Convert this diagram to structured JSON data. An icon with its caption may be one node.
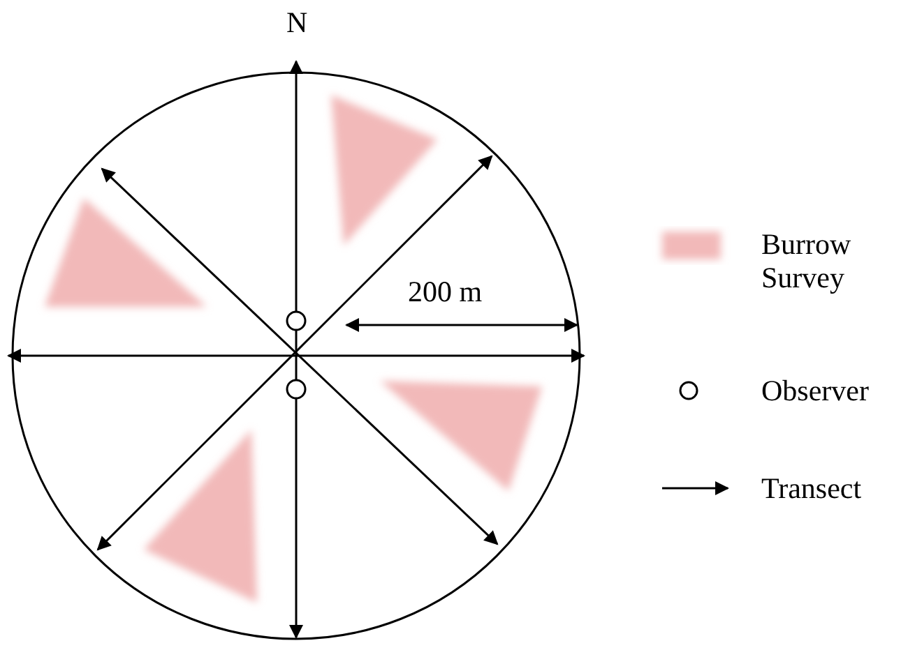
{
  "diagram": {
    "labels": [
      "N",
      "200 m"
    ],
    "legend": [
      {
        "text": "Burrow Survey",
        "color": "#f2b9b9"
      },
      {
        "text": "Observer"
      },
      {
        "text": "Transect"
      }
    ]
  }
}
